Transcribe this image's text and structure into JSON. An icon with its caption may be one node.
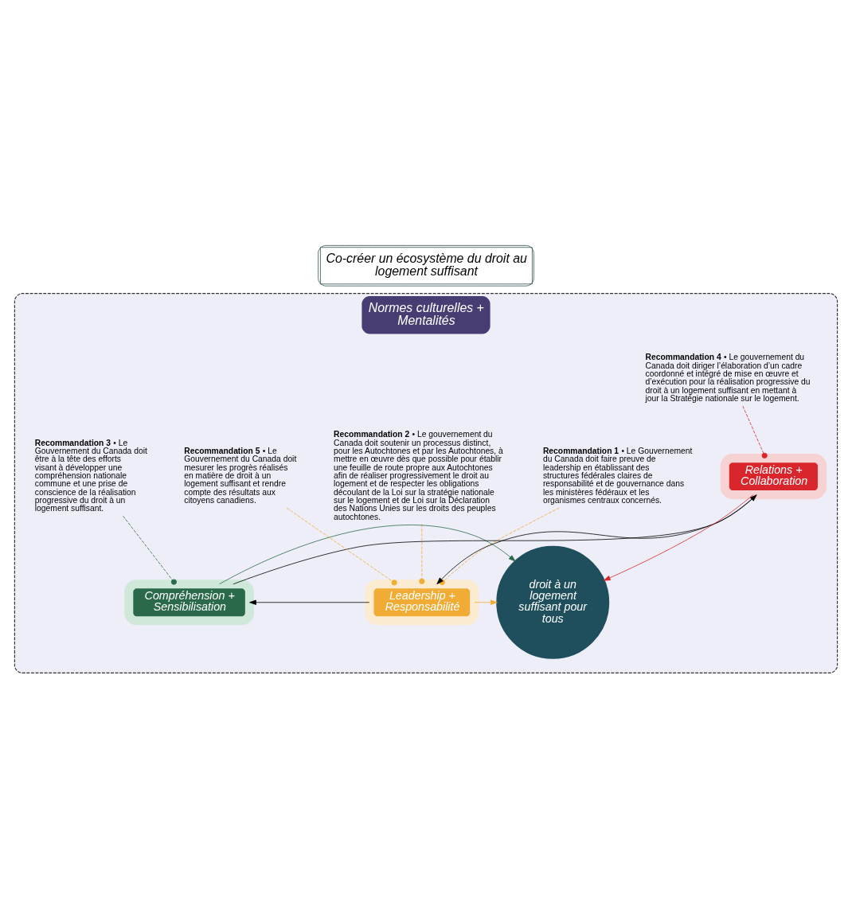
{
  "diagram": {
    "title": "Co-créer un écosystème du droit au logement suffisant",
    "nodes": [
      {
        "text": [
          "Normes culturelles + Mentalités"
        ]
      },
      {
        "text": [
          "Leadership + Responsabilité"
        ],
        "in": 0
      },
      {
        "text": [
          "Compréhension + Sensibilisation"
        ],
        "in": 0
      },
      {
        "text": [
          "Relations + Collaboration"
        ],
        "in": 0
      },
      {
        "text": [
          "droit à un logement suffisant pour tous"
        ],
        "in": 0
      },
      {
        "text": [
          "**Recommandation 1** • Le Gouvernement du Canada doit faire preuve de leadership en établissant des structures fédérales claires de responsabilité et de gouvernance dans les ministères fédéraux et les organismes centraux concernés."
        ],
        "in": 0
      },
      {
        "text": [
          "**Recommandation 2** • Le gouvernement du Canada doit soutenir un processus distinct, pour les Autochtones et par les Autochtones, à mettre en œuvre dès que possible pour établir une feuille de route propre aux Autochtones afin de réaliser progressivement le droit au logement et de respecter les obligations découlant de la Loi sur la stratégie nationale sur le logement et de Loi sur la Déclaration des Nations Unies sur les droits des peuples autochtones."
        ],
        "in": 0
      },
      {
        "text": [
          "**Recommandation 5** • Le Gouvernement du Canada doit mesurer les progrès réalisés en matière de droit à un logement suffisant et rendre compte des résultats aux citoyens canadiens."
        ],
        "in": 0
      },
      {
        "text": [
          "**Recommandation 3** • Le Gouvernement du Canada doit être à la tête des efforts visant à développer une compréhension nationale commune et une prise de conscience de la réalisation progressive du droit à un logement suffisant."
        ],
        "in": 0
      },
      {
        "text": [
          "**Recommandation 4** • Le gouvernement du Canada doit diriger l’élaboration d’un cadre coordonné et intégré de mise en œuvre et d’exécution pour la réalisation progressive du droit à un logement suffisant en mettant à jour la Stratégie nationale sur le logement."
        ],
        "in": 0
      }
    ],
    "edges": [
      {
        "from": 5,
        "to": 1,
        "arrow": "other",
        "style": "dashed",
        "color": "#f0ac35"
      },
      {
        "from": 6,
        "to": 1,
        "arrow": "other",
        "style": "dashed",
        "color": "#f0ac35"
      },
      {
        "from": 7,
        "to": 1,
        "arrow": "other",
        "style": "dashed",
        "color": "#f0ac35"
      },
      {
        "from": 8,
        "to": 2,
        "arrow": "other",
        "style": "dashed",
        "color": "#2a6a4a"
      },
      {
        "from": 9,
        "to": 3,
        "arrow": "other",
        "style": "dashed",
        "color": "#d9262d"
      },
      {
        "from": 1,
        "to": 2,
        "arrow": "to",
        "color": "#000000"
      },
      {
        "from": 2,
        "to": 3,
        "arrow": "to",
        "color": "#000000"
      },
      {
        "from": 3,
        "to": 1,
        "arrow": "to",
        "color": "#000000"
      },
      {
        "from": 1,
        "to": 4,
        "arrow": "to",
        "color": "#f0ac35"
      },
      {
        "from": 2,
        "to": 4,
        "arrow": "to",
        "color": "#2a6a4a"
      },
      {
        "from": 3,
        "to": 4,
        "arrow": "to",
        "color": "#d9262d"
      }
    ]
  }
}
